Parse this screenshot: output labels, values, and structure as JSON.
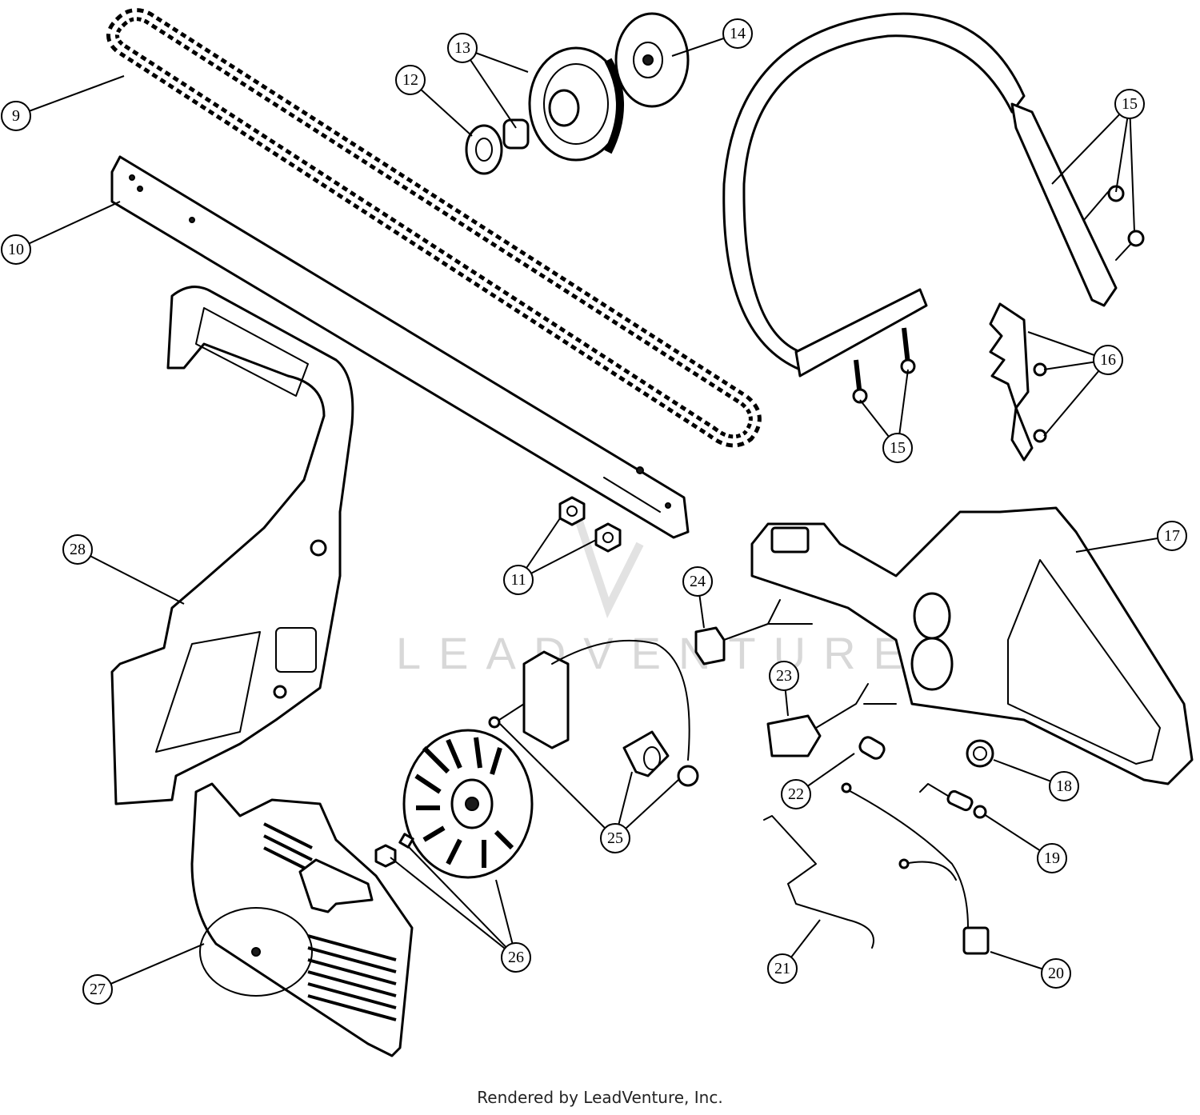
{
  "footer": "Rendered by LeadVenture, Inc.",
  "watermark": "LEADVENTURE",
  "callouts": [
    {
      "label": "9"
    },
    {
      "label": "10"
    },
    {
      "label": "11"
    },
    {
      "label": "12"
    },
    {
      "label": "13"
    },
    {
      "label": "14"
    },
    {
      "label": "15"
    },
    {
      "label": "15"
    },
    {
      "label": "16"
    },
    {
      "label": "17"
    },
    {
      "label": "18"
    },
    {
      "label": "19"
    },
    {
      "label": "20"
    },
    {
      "label": "21"
    },
    {
      "label": "22"
    },
    {
      "label": "23"
    },
    {
      "label": "24"
    },
    {
      "label": "25"
    },
    {
      "label": "26"
    },
    {
      "label": "27"
    },
    {
      "label": "28"
    }
  ]
}
